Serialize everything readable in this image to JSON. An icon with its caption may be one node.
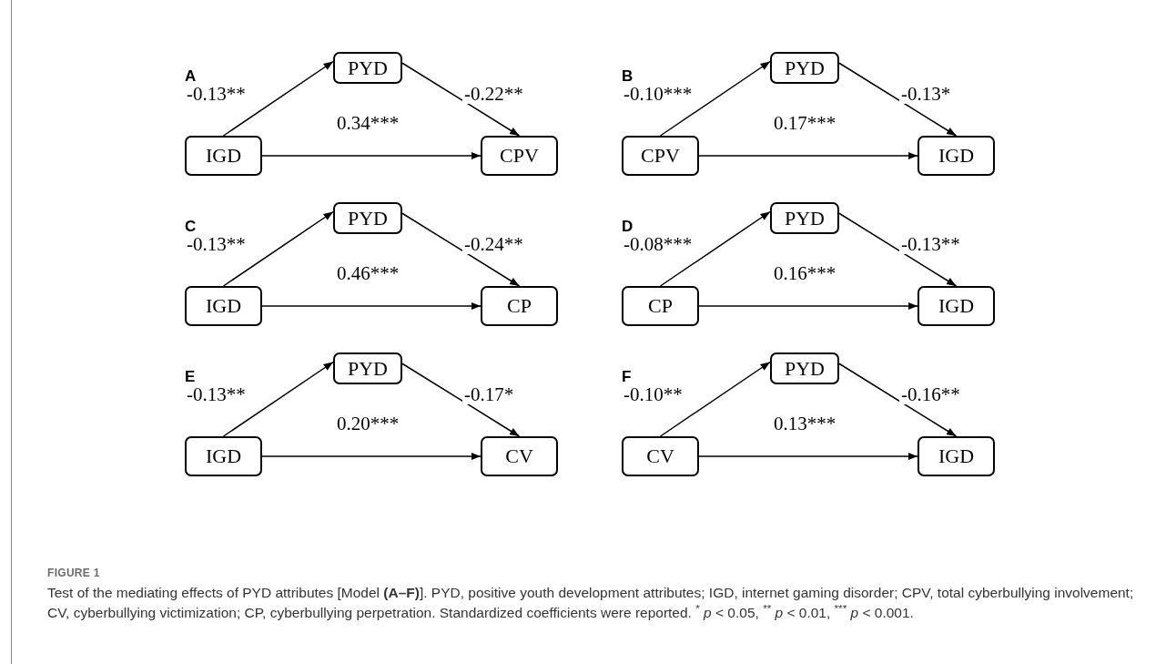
{
  "diagram": {
    "title": "FIGURE 1",
    "caption": "Test of the mediating effects of PYD attributes [Model **(A–F)**]. PYD, positive youth development attributes; IGD, internet gaming disorder; CPV, total cyberbullying involvement; CV, cyberbullying victimization; CP, cyberbullying perpetration. Standardized coefficients were reported. $^{*}$ *p* < 0.05, $^{**}$ *p* < 0.01, $^{***}$ *p* < 0.001.",
    "nodes": [
      {
        "text": [
          "PYD"
        ]
      },
      {
        "text": [
          "IGD"
        ]
      },
      {
        "text": [
          "CPV"
        ]
      },
      {
        "text": [
          "PYD"
        ]
      },
      {
        "text": [
          "CPV"
        ]
      },
      {
        "text": [
          "IGD"
        ]
      },
      {
        "text": [
          "PYD"
        ]
      },
      {
        "text": [
          "IGD"
        ]
      },
      {
        "text": [
          "CP"
        ]
      },
      {
        "text": [
          "PYD"
        ]
      },
      {
        "text": [
          "CP"
        ]
      },
      {
        "text": [
          "IGD"
        ]
      },
      {
        "text": [
          "PYD"
        ]
      },
      {
        "text": [
          "IGD"
        ]
      },
      {
        "text": [
          "CV"
        ]
      },
      {
        "text": [
          "PYD"
        ]
      },
      {
        "text": [
          "CV"
        ]
      },
      {
        "text": [
          "IGD"
        ]
      }
    ],
    "edges": [
      {
        "from": 1,
        "to": 0,
        "arrow": "to",
        "label": "-0.13**"
      },
      {
        "from": 0,
        "to": 2,
        "arrow": "to",
        "label": "-0.22**"
      },
      {
        "from": 1,
        "to": 2,
        "arrow": "to",
        "label": "0.34***"
      },
      {
        "from": 4,
        "to": 3,
        "arrow": "to",
        "label": "-0.10***"
      },
      {
        "from": 3,
        "to": 5,
        "arrow": "to",
        "label": "-0.13*"
      },
      {
        "from": 4,
        "to": 5,
        "arrow": "to",
        "label": "0.17***"
      },
      {
        "from": 7,
        "to": 6,
        "arrow": "to",
        "label": "-0.13**"
      },
      {
        "from": 6,
        "to": 8,
        "arrow": "to",
        "label": "-0.24**"
      },
      {
        "from": 7,
        "to": 8,
        "arrow": "to",
        "label": "0.46***"
      },
      {
        "from": 10,
        "to": 9,
        "arrow": "to",
        "label": "-0.08***"
      },
      {
        "from": 9,
        "to": 11,
        "arrow": "to",
        "label": "-0.13**"
      },
      {
        "from": 10,
        "to": 11,
        "arrow": "to",
        "label": "0.16***"
      },
      {
        "from": 13,
        "to": 12,
        "arrow": "to",
        "label": "-0.13**"
      },
      {
        "from": 12,
        "to": 14,
        "arrow": "to",
        "label": "-0.17*"
      },
      {
        "from": 13,
        "to": 14,
        "arrow": "to",
        "label": "0.20***"
      },
      {
        "from": 16,
        "to": 15,
        "arrow": "to",
        "label": "-0.10**"
      },
      {
        "from": 15,
        "to": 17,
        "arrow": "to",
        "label": "-0.16**"
      },
      {
        "from": 16,
        "to": 17,
        "arrow": "to",
        "label": "0.13***"
      }
    ],
    "labels": [
      "A",
      "B",
      "C",
      "D",
      "E",
      "F"
    ]
  }
}
